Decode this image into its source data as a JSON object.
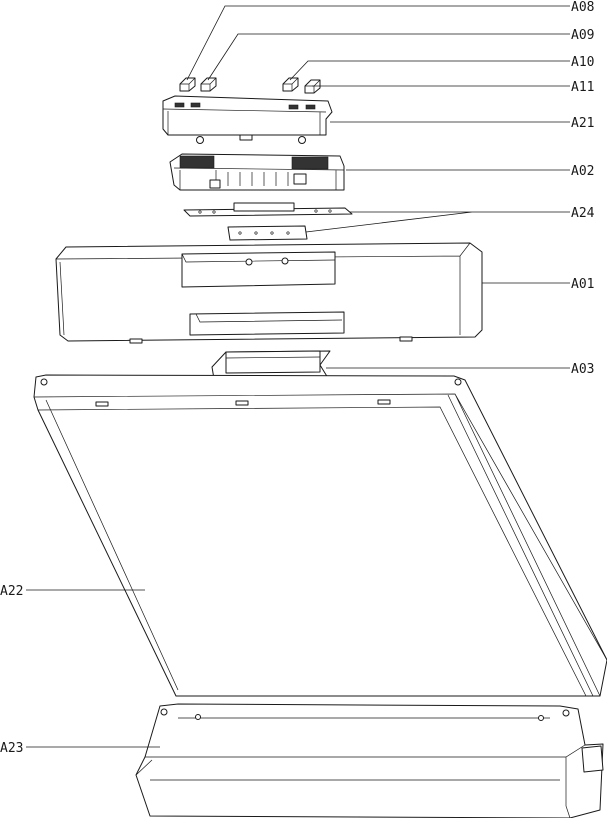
{
  "labels": {
    "a08": "A08",
    "a09": "A09",
    "a10": "A10",
    "a11": "A11",
    "a21": "A21",
    "a02": "A02",
    "a24": "A24",
    "a01": "A01",
    "a03": "A03",
    "a22": "A22",
    "a23": "A23"
  }
}
